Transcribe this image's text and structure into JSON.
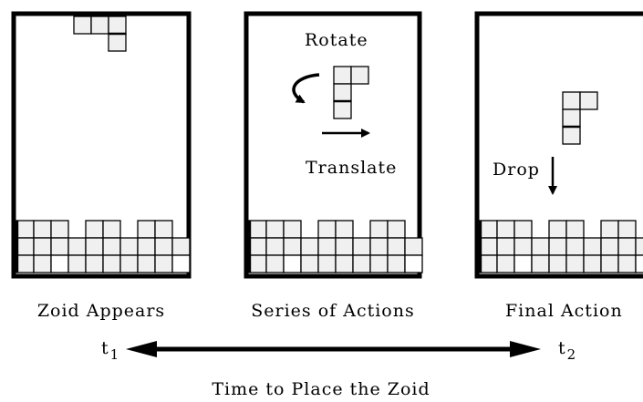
{
  "panels": [
    {
      "label": "Zoid Appears"
    },
    {
      "label": "Series of Actions",
      "action_top": "Rotate",
      "action_bottom": "Translate"
    },
    {
      "label": "Final Action",
      "action_side": "Drop"
    }
  ],
  "timeline": {
    "start": {
      "base": "t",
      "sub": "1"
    },
    "end": {
      "base": "t",
      "sub": "2"
    },
    "caption": "Time to Place the Zoid"
  }
}
